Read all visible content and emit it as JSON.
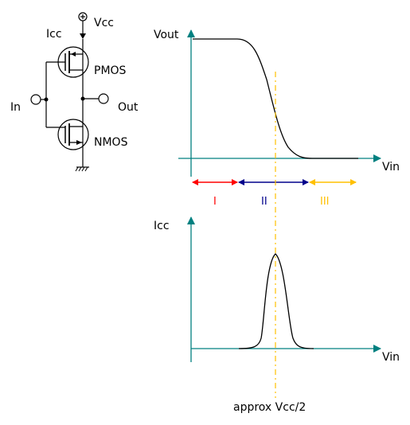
{
  "circuit": {
    "supply_label": "Vcc",
    "supply_symbol": "⊕",
    "current_label": "Icc",
    "input_label": "In",
    "output_label": "Out",
    "pmos_label": "PMOS",
    "nmos_label": "NMOS"
  },
  "transfer_plot": {
    "y_axis_label": "Vout",
    "x_axis_label": "Vin",
    "regions": [
      {
        "label": "I",
        "color": "#ff0000"
      },
      {
        "label": "II",
        "color": "#00008b"
      },
      {
        "label": "III",
        "color": "#ffc000"
      }
    ]
  },
  "current_plot": {
    "y_axis_label": "Icc",
    "x_axis_label": "Vin"
  },
  "midpoint_label": "approx Vcc/2",
  "colors": {
    "axis": "#008080",
    "curve": "#000000",
    "midline": "#ffc000"
  }
}
